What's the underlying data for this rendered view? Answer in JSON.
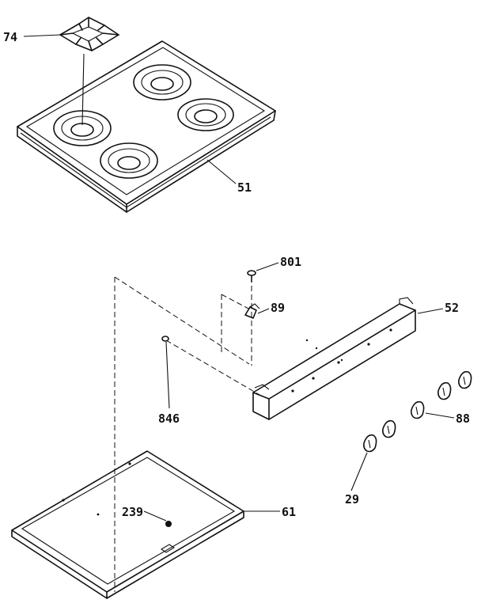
{
  "callouts": {
    "grate": "74",
    "cooktop": "51",
    "screw": "801",
    "clip": "89",
    "control_panel": "52",
    "pin": "846",
    "knob": "88",
    "knob_alt": "29",
    "grommet": "239",
    "burner_box": "61"
  },
  "colors": {
    "line": "#111111",
    "background": "#ffffff"
  }
}
